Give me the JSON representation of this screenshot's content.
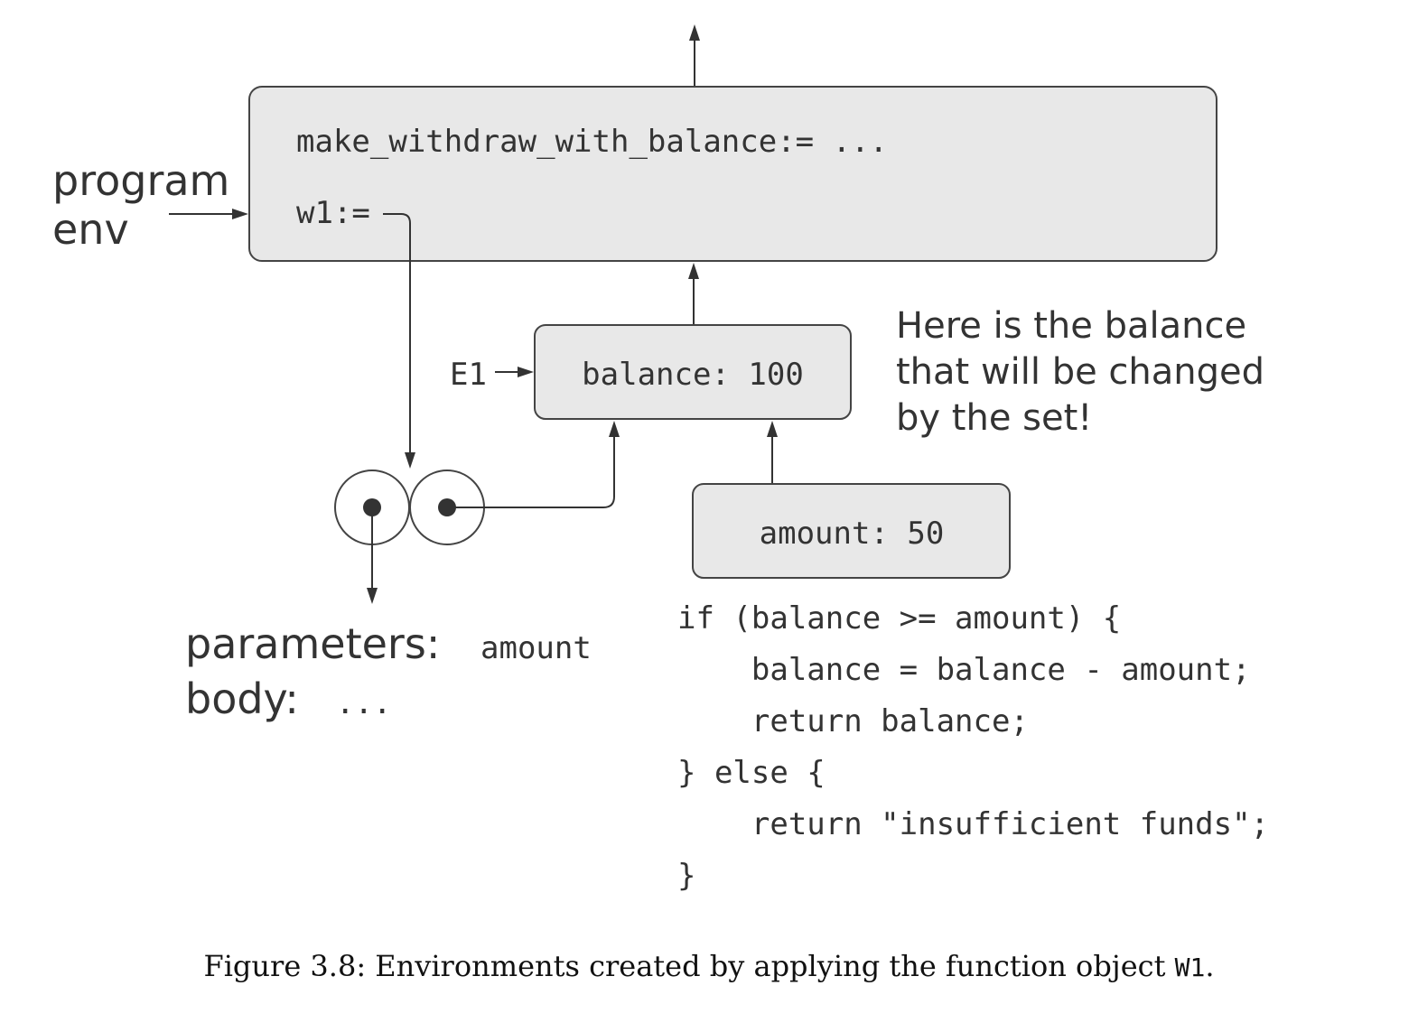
{
  "program_env": {
    "label_line1": "program",
    "label_line2": "env",
    "binding_make": "make_withdraw_with_balance:= ...",
    "binding_w1": "w1:="
  },
  "e1": {
    "label": "E1",
    "binding": "balance: 100"
  },
  "note": {
    "line1": "Here is the balance",
    "line2": "that will be changed",
    "line3": "by the set!"
  },
  "call_frame": {
    "binding": "amount: 50"
  },
  "function_object": {
    "parameters_label": "parameters:",
    "parameters_value": "amount",
    "body_label": "body:",
    "body_value": "..."
  },
  "code": {
    "lines": [
      "if (balance >= amount) {",
      "    balance = balance - amount;",
      "    return balance;",
      "} else {",
      "    return \"insufficient funds\";",
      "}"
    ]
  },
  "caption": {
    "text": "Figure 3.8: Environments created by applying the function object ",
    "code": "W1",
    "end": "."
  }
}
